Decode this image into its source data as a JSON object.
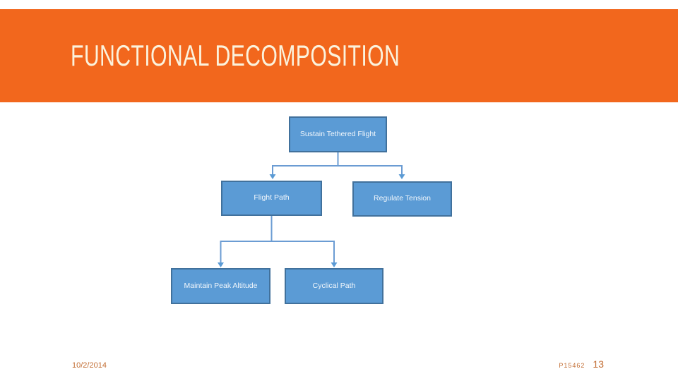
{
  "slide": {
    "title": "FUNCTIONAL DECOMPOSITION",
    "footer": {
      "date": "10/2/2014",
      "project_code": "P15462",
      "page_number": "13"
    },
    "colors": {
      "header_band": "#f2671d",
      "title_text": "#fbf2dc",
      "node_fill": "#5b9bd5",
      "node_border": "#41719c",
      "connector_line": "#6b9cd3",
      "footer_text": "#c26d33"
    }
  },
  "diagram": {
    "type": "hierarchy-tree",
    "nodes": [
      {
        "id": "sustain-tethered-flight",
        "label": "Sustain Tethered Flight",
        "level": 1
      },
      {
        "id": "flight-path",
        "label": "Flight Path",
        "level": 2
      },
      {
        "id": "regulate-tension",
        "label": "Regulate Tension",
        "level": 2
      },
      {
        "id": "maintain-peak-altitude",
        "label": "Maintain Peak Altitude",
        "level": 3
      },
      {
        "id": "cyclical-path",
        "label": "Cyclical Path",
        "level": 3
      }
    ],
    "edges": [
      {
        "from": "sustain-tethered-flight",
        "to": "flight-path"
      },
      {
        "from": "sustain-tethered-flight",
        "to": "regulate-tension"
      },
      {
        "from": "flight-path",
        "to": "maintain-peak-altitude"
      },
      {
        "from": "flight-path",
        "to": "cyclical-path"
      }
    ]
  }
}
